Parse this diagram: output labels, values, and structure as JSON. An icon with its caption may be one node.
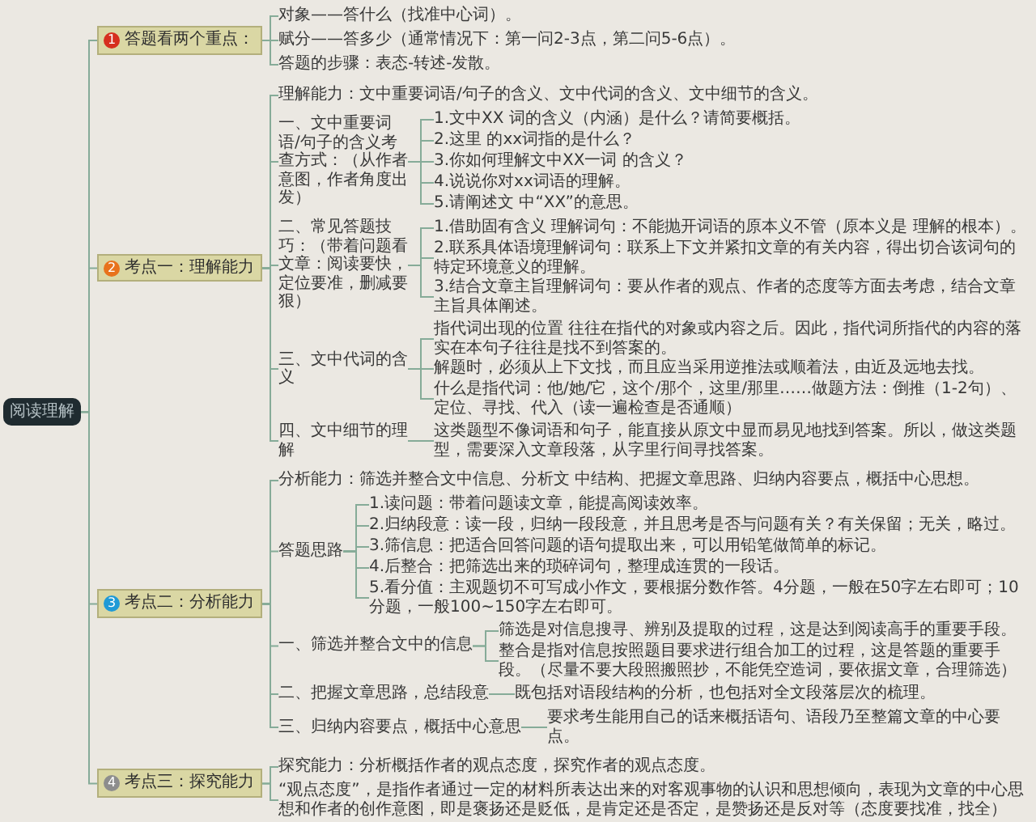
{
  "diagram": {
    "nodes": [
      {
        "text": [
          "阅读理解"
        ]
      },
      {
        "text": [
          "1",
          "答题看两个重点："
        ]
      },
      {
        "text": [
          "对象——答什么（找准中心词）。"
        ]
      },
      {
        "text": [
          "赋分——答多少（通常情况下：第一问2-3点，第二问5-6点）。"
        ]
      },
      {
        "text": [
          "答题的步骤：表态-转述-发散。"
        ]
      },
      {
        "text": [
          "2",
          "考点一：理解能力"
        ]
      },
      {
        "text": [
          "理解能力：文中重要词语/句子的含义、文中代词的含义、文中细节的含义。"
        ]
      },
      {
        "text": [
          "一、文中重要词语/句子的含义考查方式：（从作者意图，作者角度出发）"
        ]
      },
      {
        "text": [
          "1.文中XX 词的含义（内涵）是什么？请简要概括。"
        ]
      },
      {
        "text": [
          "2.这里 的xx词指的是什么？"
        ]
      },
      {
        "text": [
          "3.你如何理解文中XX一词 的含义？"
        ]
      },
      {
        "text": [
          "4.说说你对xx词语的理解。"
        ]
      },
      {
        "text": [
          "5.请阐述文 中“XX”的意思。"
        ]
      },
      {
        "text": [
          "二、常见答题技巧：（带着问题看文章：阅读要快，定位要准，删减要狠）"
        ]
      },
      {
        "text": [
          "1.借助固有含义 理解词句：不能抛开词语的原本义不管（原本义是 理解的根本）。"
        ]
      },
      {
        "text": [
          "2.联系具体语境理解词句：联系上下文并紧扣文章的有关内容，得出切合该词句的特定环境意义的理解。"
        ]
      },
      {
        "text": [
          "3.结合文章主旨理解词句：要从作者的观点、作者的态度等方面去考虑，结合文章主旨具体阐述。"
        ]
      },
      {
        "text": [
          "三、文中代词的含义"
        ]
      },
      {
        "text": [
          "指代词出现的位置 往往在指代的对象或内容之后。因此，指代词所指代的内容的落实在本句子往往是找不到答案的。"
        ]
      },
      {
        "text": [
          "解题时，必须从上下文找，而且应当采用逆推法或顺着法，由近及远地去找。"
        ]
      },
      {
        "text": [
          "什么是指代词：他/她/它，这个/那个，这里/那里……做题方法：倒推（1-2句）、定位、寻找、代入（读一遍检查是否通顺）"
        ]
      },
      {
        "text": [
          "四、文中细节的理解"
        ]
      },
      {
        "text": [
          "这类题型不像词语和句子，能直接从原文中显而易见地找到答案。所以，做这类题型，需要深入文章段落，从字里行间寻找答案。"
        ]
      },
      {
        "text": [
          "3",
          "考点二：分析能力"
        ]
      },
      {
        "text": [
          "分析能力：筛选并整合文中信息、分析文 中结构、把握文章思路、归纳内容要点，概括中心思想。"
        ]
      },
      {
        "text": [
          "答题思路"
        ]
      },
      {
        "text": [
          "1.读问题：带着问题读文章，能提高阅读效率。"
        ]
      },
      {
        "text": [
          "2.归纳段意：读一段，归纳一段段意，并且思考是否与问题有关？有关保留；无关，略过。"
        ]
      },
      {
        "text": [
          "3.筛信息：把适合回答问题的语句提取出来，可以用铅笔做简单的标记。"
        ]
      },
      {
        "text": [
          "4.后整合：把筛选出来的琐碎词句，整理成连贯的一段话。"
        ]
      },
      {
        "text": [
          "5.看分值：主观题切不可写成小作文，要根据分数作答。4分题，一般在50字左右即可；10分题，一般100~150字左右即可。"
        ]
      },
      {
        "text": [
          "一、筛选并整合文中的信息"
        ]
      },
      {
        "text": [
          "筛选是对信息搜寻、辨别及提取的过程，这是达到阅读高手的重要手段。"
        ]
      },
      {
        "text": [
          "整合是指对信息按照题目要求进行组合加工的过程，这是答题的重要手段。（尽量不要大段照搬照抄，不能凭空造词，要依据文章，合理筛选）"
        ]
      },
      {
        "text": [
          "二、把握文章思路，总结段意"
        ]
      },
      {
        "text": [
          "既包括对语段结构的分析，也包括对全文段落层次的梳理。"
        ]
      },
      {
        "text": [
          "三、归纳内容要点，概括中心意思"
        ]
      },
      {
        "text": [
          "要求考生能用自己的话来概括语句、语段乃至整篇文章的中心要点。"
        ]
      },
      {
        "text": [
          "4",
          "考点三：探究能力"
        ]
      },
      {
        "text": [
          "探究能力：分析概括作者的观点态度，探究作者的观点态度。"
        ]
      },
      {
        "text": [
          "“观点态度”，是指作者通过一定的材料所表达出来的对客观事物的认识和思想倾向，表现为文章的中心思想和作者的创作意图，即是褒扬还是贬低，是肯定还是否定，是赞扬还是反对等（态度要找准，找全）"
        ]
      }
    ],
    "edges": [
      {
        "from": 0,
        "to": 1,
        "arrow": "none"
      },
      {
        "from": 1,
        "to": 2,
        "arrow": "none"
      },
      {
        "from": 1,
        "to": 3,
        "arrow": "none"
      },
      {
        "from": 1,
        "to": 4,
        "arrow": "none"
      },
      {
        "from": 0,
        "to": 5,
        "arrow": "none"
      },
      {
        "from": 5,
        "to": 6,
        "arrow": "none"
      },
      {
        "from": 5,
        "to": 7,
        "arrow": "none"
      },
      {
        "from": 7,
        "to": 8,
        "arrow": "none"
      },
      {
        "from": 7,
        "to": 9,
        "arrow": "none"
      },
      {
        "from": 7,
        "to": 10,
        "arrow": "none"
      },
      {
        "from": 7,
        "to": 11,
        "arrow": "none"
      },
      {
        "from": 7,
        "to": 12,
        "arrow": "none"
      },
      {
        "from": 5,
        "to": 13,
        "arrow": "none"
      },
      {
        "from": 13,
        "to": 14,
        "arrow": "none"
      },
      {
        "from": 13,
        "to": 15,
        "arrow": "none"
      },
      {
        "from": 13,
        "to": 16,
        "arrow": "none"
      },
      {
        "from": 5,
        "to": 17,
        "arrow": "none"
      },
      {
        "from": 17,
        "to": 18,
        "arrow": "none"
      },
      {
        "from": 17,
        "to": 19,
        "arrow": "none"
      },
      {
        "from": 17,
        "to": 20,
        "arrow": "none"
      },
      {
        "from": 5,
        "to": 21,
        "arrow": "none"
      },
      {
        "from": 21,
        "to": 22,
        "arrow": "none"
      },
      {
        "from": 0,
        "to": 23,
        "arrow": "none"
      },
      {
        "from": 23,
        "to": 24,
        "arrow": "none"
      },
      {
        "from": 23,
        "to": 25,
        "arrow": "none"
      },
      {
        "from": 25,
        "to": 26,
        "arrow": "none"
      },
      {
        "from": 25,
        "to": 27,
        "arrow": "none"
      },
      {
        "from": 25,
        "to": 28,
        "arrow": "none"
      },
      {
        "from": 25,
        "to": 29,
        "arrow": "none"
      },
      {
        "from": 25,
        "to": 30,
        "arrow": "none"
      },
      {
        "from": 23,
        "to": 31,
        "arrow": "none"
      },
      {
        "from": 31,
        "to": 32,
        "arrow": "none"
      },
      {
        "from": 31,
        "to": 33,
        "arrow": "none"
      },
      {
        "from": 23,
        "to": 34,
        "arrow": "none"
      },
      {
        "from": 34,
        "to": 35,
        "arrow": "none"
      },
      {
        "from": 23,
        "to": 36,
        "arrow": "none"
      },
      {
        "from": 36,
        "to": 37,
        "arrow": "none"
      },
      {
        "from": 0,
        "to": 38,
        "arrow": "none"
      },
      {
        "from": 38,
        "to": 39,
        "arrow": "none"
      },
      {
        "from": 38,
        "to": 40,
        "arrow": "none"
      }
    ]
  }
}
